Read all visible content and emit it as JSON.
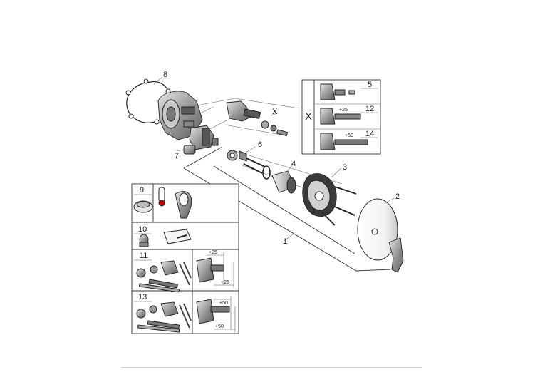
{
  "callouts": {
    "c1": "1",
    "c2": "2",
    "c3": "3",
    "c4": "4",
    "c5": "5",
    "c6": "6",
    "c7": "7",
    "c8": "8",
    "c9": "9",
    "c10": "10",
    "c11": "11",
    "c12": "12",
    "c13": "13",
    "c14": "14",
    "x_main": "X",
    "x_box": "X"
  },
  "dimensions": {
    "box12": "+25",
    "box14": "+50",
    "kit11_top": "+25",
    "kit11_bottom": "+25",
    "kit13_top": "+50",
    "kit13_bottom": "+50"
  },
  "colors": {
    "line": "#333333",
    "metal": "#9a9a9a",
    "dark": "#3a3a3a",
    "panel": "#d8d8d8"
  }
}
